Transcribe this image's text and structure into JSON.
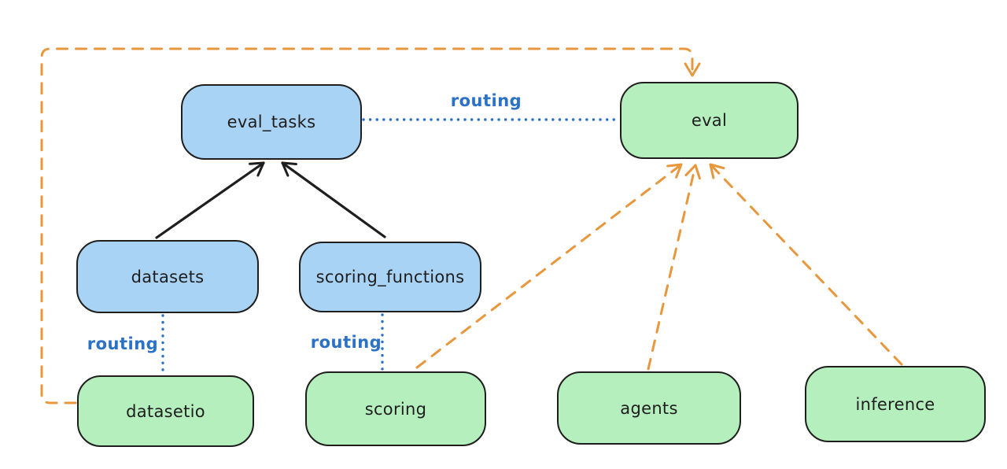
{
  "diagram": {
    "nodes": [
      {
        "id": "eval_tasks",
        "label": "eval_tasks",
        "fill": "#a9d3f5"
      },
      {
        "id": "eval",
        "label": "eval",
        "fill": "#b6efbe"
      },
      {
        "id": "datasets",
        "label": "datasets",
        "fill": "#a9d3f5"
      },
      {
        "id": "scoring_functions",
        "label": "scoring_functions",
        "fill": "#a9d3f5"
      },
      {
        "id": "datasetio",
        "label": "datasetio",
        "fill": "#b6efbe"
      },
      {
        "id": "scoring",
        "label": "scoring",
        "fill": "#b6efbe"
      },
      {
        "id": "agents",
        "label": "agents",
        "fill": "#b6efbe"
      },
      {
        "id": "inference",
        "label": "inference",
        "fill": "#b6efbe"
      }
    ],
    "edges": [
      {
        "from": "eval_tasks",
        "to": "eval",
        "style": "dotted",
        "color": "#2b71c6",
        "label": "routing"
      },
      {
        "from": "datasets",
        "to": "datasetio",
        "style": "dotted",
        "color": "#2b71c6",
        "label": "routing"
      },
      {
        "from": "scoring_functions",
        "to": "scoring",
        "style": "dotted",
        "color": "#2b71c6",
        "label": "routing"
      },
      {
        "from": "datasets",
        "to": "eval_tasks",
        "style": "solid-arrow",
        "color": "#1e1e1e",
        "label": ""
      },
      {
        "from": "scoring_functions",
        "to": "eval_tasks",
        "style": "solid-arrow",
        "color": "#1e1e1e",
        "label": ""
      },
      {
        "from": "scoring",
        "to": "eval",
        "style": "dashed-arrow",
        "color": "#e8973c",
        "label": ""
      },
      {
        "from": "agents",
        "to": "eval",
        "style": "dashed-arrow",
        "color": "#e8973c",
        "label": ""
      },
      {
        "from": "inference",
        "to": "eval",
        "style": "dashed-arrow",
        "color": "#e8973c",
        "label": ""
      },
      {
        "from": "datasetio",
        "to": "eval",
        "style": "dashed-arrow",
        "color": "#e8973c",
        "label": ""
      }
    ],
    "colors": {
      "background": "#ffffff",
      "node_border": "#1e1e1e",
      "blue_node_fill": "#a9d3f5",
      "green_node_fill": "#b6efbe",
      "routing_line": "#2b71c6",
      "dashed_arrow": "#e8973c",
      "solid_arrow": "#1e1e1e"
    }
  }
}
